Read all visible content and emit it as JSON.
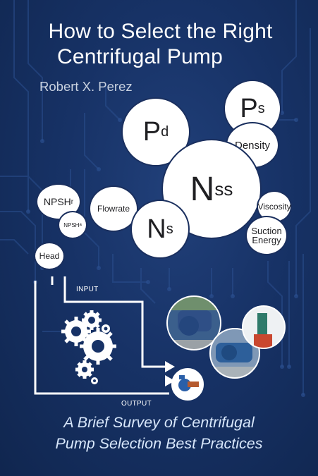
{
  "cover": {
    "title_line1": "How to Select the Right",
    "title_line2": "Centrifugal Pump",
    "author": "Robert X. Perez",
    "tagline_line1": "A Brief Survey of Centrifugal",
    "tagline_line2": "Pump Selection Best Practices"
  },
  "bubbles": {
    "ps": {
      "main": "P",
      "sub": "s"
    },
    "pd": {
      "main": "P",
      "sub": "d"
    },
    "density": "Density",
    "nss": {
      "main": "N",
      "sub": "ss"
    },
    "viscosity": "Viscosity",
    "suction_line1": "Suction",
    "suction_line2": "Energy",
    "flowrate": "Flowrate",
    "ns": {
      "main": "N",
      "sub": "s"
    },
    "npshr": {
      "main": "NPSH",
      "sub": "r"
    },
    "npsha": {
      "main": "NPSH",
      "sub": "a"
    },
    "head": "Head"
  },
  "diagram": {
    "input": "INPUT",
    "output": "OUTPUT"
  },
  "colors": {
    "background": "#173266",
    "bubble": "#ffffff",
    "tagline": "#d8e7fb"
  }
}
